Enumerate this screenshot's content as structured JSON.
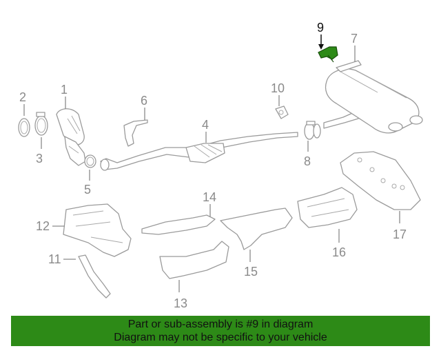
{
  "callouts": {
    "c1": "1",
    "c2": "2",
    "c3": "3",
    "c4": "4",
    "c5": "5",
    "c6": "6",
    "c7": "7",
    "c8": "8",
    "c9": "9",
    "c10": "10",
    "c11": "11",
    "c12": "12",
    "c13": "13",
    "c14": "14",
    "c15": "15",
    "c16": "16",
    "c17": "17"
  },
  "highlighted_part": "9",
  "colors": {
    "highlight": "#2d8a17",
    "line": "#9a9a9a",
    "banner_bg": "#2d8a17"
  },
  "banner": {
    "line1": "Part or sub-assembly is #9 in diagram",
    "line2": "Diagram may not be specific to your vehicle"
  }
}
